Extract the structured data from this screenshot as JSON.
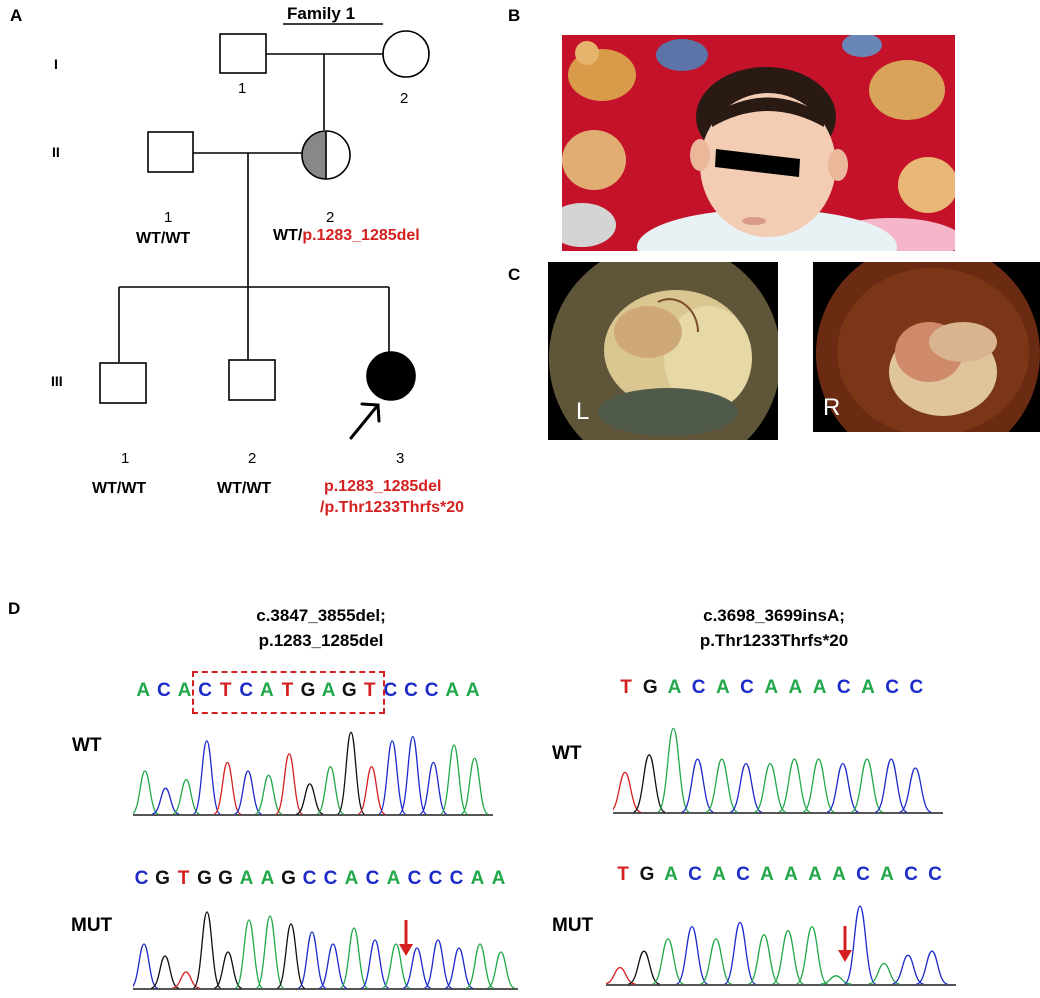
{
  "panel_labels": {
    "a": "A",
    "b": "B",
    "c": "C",
    "d": "D"
  },
  "pedigree": {
    "family_title": "Family 1",
    "generations": [
      "I",
      "II",
      "III"
    ],
    "gen1": {
      "ind1_num": "1",
      "ind2_num": "2"
    },
    "gen2": {
      "ind1_num": "1",
      "ind1_genotype": "WT/WT",
      "ind2_num": "2",
      "ind2_genotype_prefix": "WT/",
      "ind2_genotype_variant": "p.1283_1285del"
    },
    "gen3": {
      "ind1_num": "1",
      "ind1_genotype": "WT/WT",
      "ind2_num": "2",
      "ind2_genotype": "WT/WT",
      "ind3_num": "3",
      "ind3_genotype_line1": "p.1283_1285del",
      "ind3_genotype_line2": "/p.Thr1233Thrfs*20"
    }
  },
  "fundus": {
    "left_label": "L",
    "right_label": "R"
  },
  "sequencing": {
    "left": {
      "title_line1": "c.3847_3855del;",
      "title_line2": "p.1283_1285del",
      "wt_seq": "ACACTCATGAGTCCCAA",
      "mut_seq": "CGTGGAAGCCACACCCAA",
      "wt_label": "WT",
      "mut_label": "MUT"
    },
    "right": {
      "title_line1": "c.3698_3699insA;",
      "title_line2": "p.Thr1233Thrfs*20",
      "wt_seq": "TGACACAAACACC",
      "mut_seq": "TGACACAAAACACC",
      "wt_label": "WT",
      "mut_label": "MUT"
    }
  },
  "colors": {
    "A": "#22a84a",
    "C": "#1c2bc8",
    "G": "#111111",
    "T": "#d42020",
    "variant": "#d42020"
  }
}
